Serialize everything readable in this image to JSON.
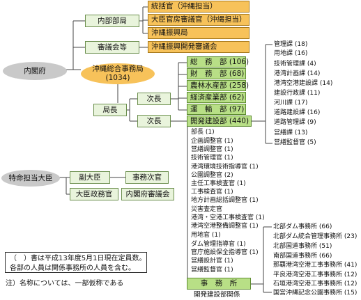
{
  "root": "内閣府",
  "naibu": {
    "label": "内部部局",
    "items": [
      "統括官（沖縄担当）",
      "大臣官房審議官（沖縄担当）",
      "沖縄振興局"
    ]
  },
  "shingikai": {
    "label": "審議会等",
    "item": "沖縄振興開発審議会"
  },
  "okinawa_office": {
    "name": "沖縄総合事務局",
    "count": "(1034)"
  },
  "kyokucho": "局長",
  "jicho1": "次長",
  "jicho2": "次長",
  "departments": [
    "総　務　部 (106)",
    "財　務　部 (68)",
    "農林水産部 (258)",
    "経済産業部 (62)",
    "運　輸　部 (97)",
    "開発建設部 (440)"
  ],
  "kaihatsu_sections": [
    "管理課 (18)",
    "用地課 (16)",
    "技術管理課 (4)",
    "港湾計画課 (14)",
    "港湾空港建設課 (14)",
    "建設行政課 (11)",
    "河川課 (17)",
    "道路建設課 (16)",
    "道路管理課 (9)",
    "営繕課 (13)",
    "営繕監督官 (5)"
  ],
  "kaihatsu_staff": [
    "部長 (1)",
    "企画調整官 (1)",
    "営繕調整官 (1)",
    "技術管理官 (1)",
    "港湾環境技術指導官 (1)",
    "公園調整官 (2)",
    "主任工事検査官 (1)",
    "工事検査官 (1)",
    "地方計画総括調整官 (1)",
    "災害査定官",
    "港湾・空港工事検査官 (1)",
    "港湾空港整備調整官 (1)",
    "用地官 (1)",
    "ダム管理指導官 (1)",
    "官庁施設保全指導官 (1)",
    "営繕設計官 (1)",
    "営繕監督官 (1)"
  ],
  "jimusho": {
    "label": "事　務　所",
    "caption": "開発建設部関係"
  },
  "offices": [
    "北部ダム事務所 (66)",
    "北部ダム統合管理事務所 (23)",
    "北部国道事務所 (51)",
    "南部国道事務所 (66)",
    "那覇港湾空港工事事務所 (41)",
    "平良港湾空港工事事務所 (12)",
    "石垣港湾空港工事事務所 (12)",
    "国営沖縄記念公園事務所 (15)"
  ],
  "tokunin": "特命担当大臣",
  "fukudaijin": "副大臣",
  "jimujikan": "事務次官",
  "daijin_seimukan": "大臣政務官",
  "kakufu_shingikai": "内閣府審議会",
  "note_lines": [
    "（　）書は平成13年度5月1日現在定員数。",
    "各部の人員は関係事務所の人員を含む。"
  ],
  "footnote": "注）名称については、一部仮称である",
  "colors": {
    "orange": "#f7c25a",
    "green": "#b8df86",
    "pale_green": "#e9f4dc",
    "gray_ellipse": "#c9c9c9"
  }
}
